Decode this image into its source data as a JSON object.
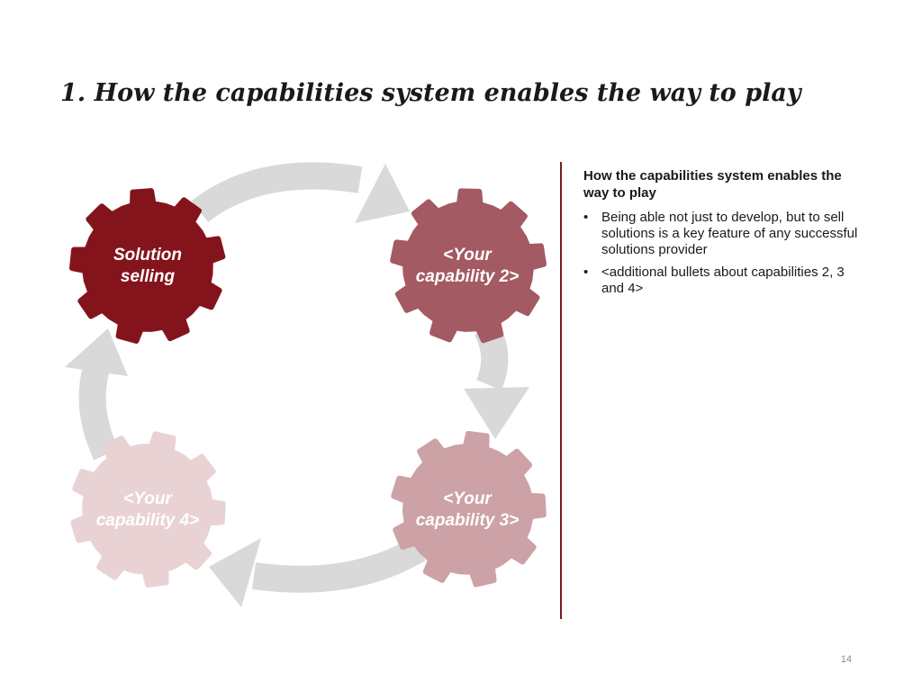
{
  "slide": {
    "title": "1. How the capabilities system enables the way to play",
    "page_number": "14"
  },
  "diagram": {
    "gears": [
      {
        "label_line1": "Solution",
        "label_line2": "selling",
        "color": "#84141c"
      },
      {
        "label_line1": "<Your",
        "label_line2": "capability 2>",
        "color": "#a35a62"
      },
      {
        "label_line1": "<Your",
        "label_line2": "capability 3>",
        "color": "#cca2a6"
      },
      {
        "label_line1": "<Your",
        "label_line2": "capability 4>",
        "color": "#e9d2d4"
      }
    ],
    "arrow_color": "#d9d9d9"
  },
  "panel": {
    "heading": "How the capabilities system enables the way to play",
    "bullets": [
      "Being able not just to develop, but to sell solutions is a key feature of any successful solutions provider",
      "<additional bullets about capabilities 2, 3 and 4>"
    ],
    "divider_color": "#7b1a22"
  }
}
